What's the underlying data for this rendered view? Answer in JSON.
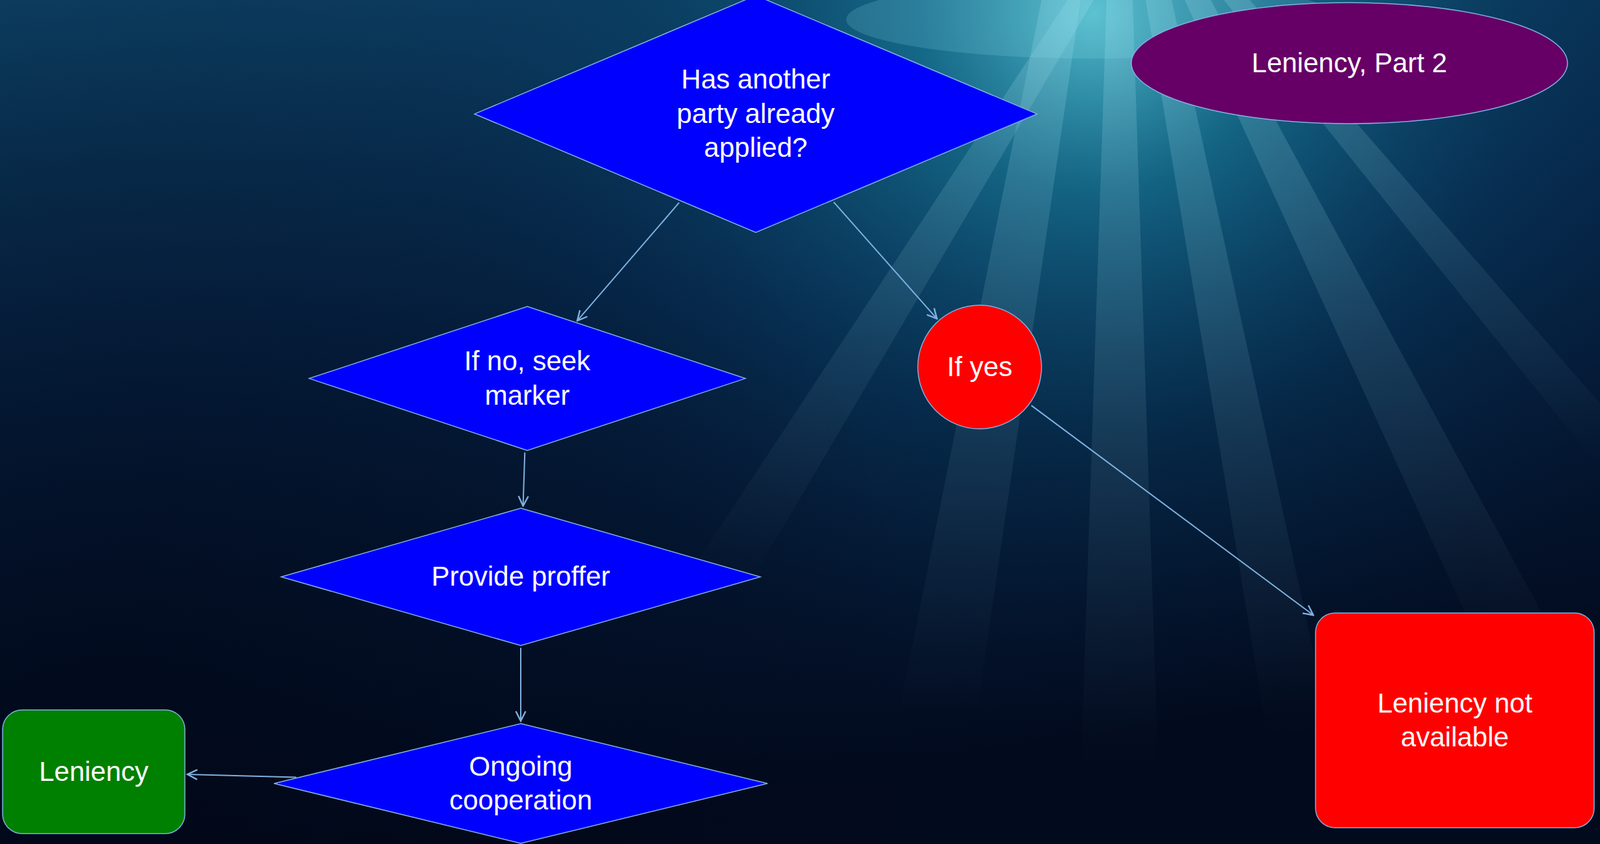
{
  "diagram": {
    "nodes": [
      {
        "text": [
          "Leniency, Part 2"
        ]
      },
      {
        "text": [
          "Has another party already applied?"
        ]
      },
      {
        "text": [
          "If no, seek marker"
        ]
      },
      {
        "text": [
          "If yes"
        ]
      },
      {
        "text": [
          "Provide proffer"
        ]
      },
      {
        "text": [
          "Ongoing cooperation"
        ]
      },
      {
        "text": [
          "Leniency"
        ]
      },
      {
        "text": [
          "Leniency not available"
        ]
      }
    ],
    "edges": [
      {
        "from": 1,
        "to": 2,
        "arrow": "to"
      },
      {
        "from": 1,
        "to": 3,
        "arrow": "to"
      },
      {
        "from": 3,
        "to": 7,
        "arrow": "to"
      },
      {
        "from": 2,
        "to": 4,
        "arrow": "to"
      },
      {
        "from": 4,
        "to": 5,
        "arrow": "to"
      },
      {
        "from": 5,
        "to": 6,
        "arrow": "to"
      }
    ]
  }
}
